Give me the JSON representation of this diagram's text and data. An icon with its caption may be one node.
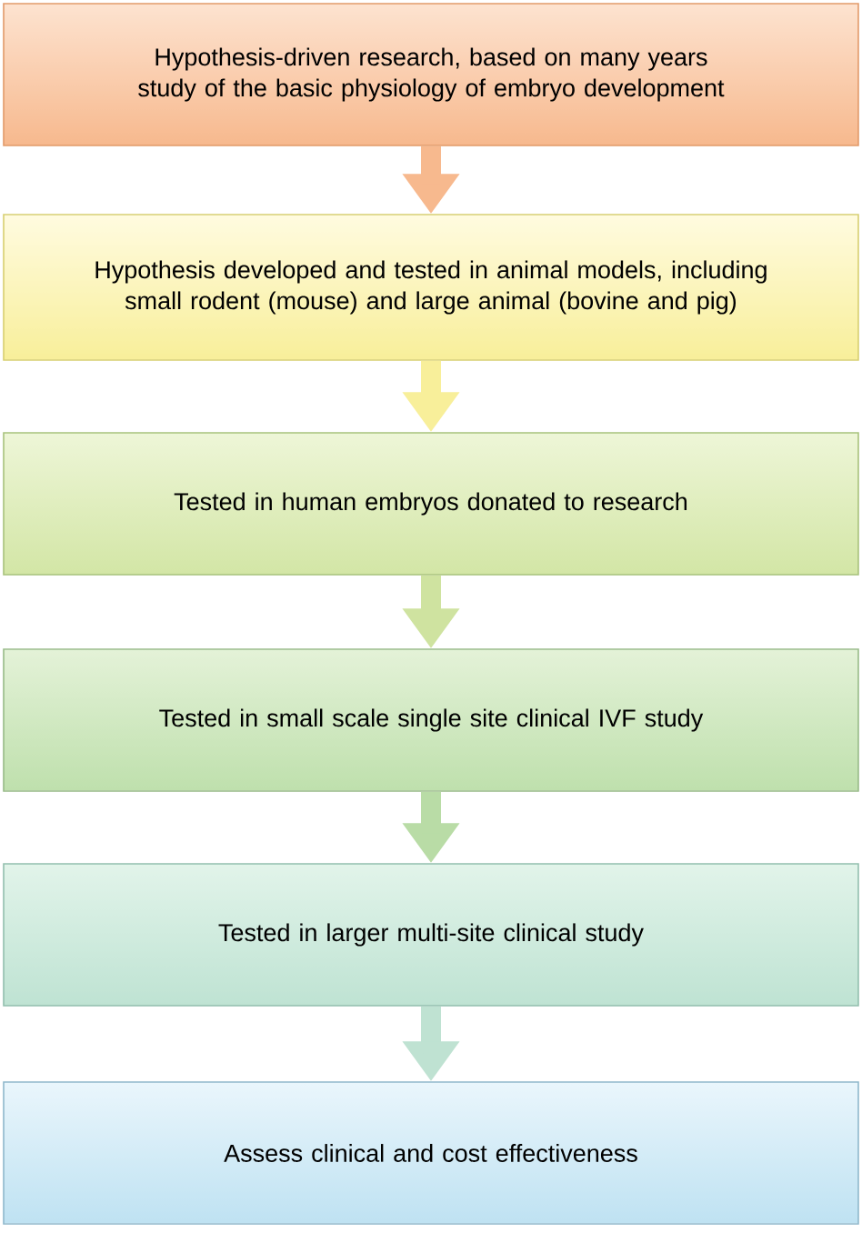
{
  "diagram": {
    "nodes": [
      {
        "text": [
          "Hypothesis-driven research, based on many years study of the basic physiology of embryo development"
        ]
      },
      {
        "text": [
          "Hypothesis developed and tested in animal models, including small rodent (mouse) and large animal (bovine and pig)"
        ]
      },
      {
        "text": [
          "Tested in human embryos donated to research"
        ]
      },
      {
        "text": [
          "Tested in small scale single site clinical IVF study"
        ]
      },
      {
        "text": [
          "Tested in larger multi-site clinical study"
        ]
      },
      {
        "text": [
          "Assess clinical and cost effectiveness"
        ]
      }
    ],
    "edges": [
      {
        "from": 0,
        "to": 1,
        "arrow": "to",
        "color": "#f7b98e"
      },
      {
        "from": 1,
        "to": 2,
        "arrow": "to",
        "color": "#f8ef9a"
      },
      {
        "from": 2,
        "to": 3,
        "arrow": "to",
        "color": "#cfe3a0"
      },
      {
        "from": 3,
        "to": 4,
        "arrow": "to",
        "color": "#b9dca6"
      },
      {
        "from": 4,
        "to": 5,
        "arrow": "to",
        "color": "#bfe2d2"
      }
    ]
  }
}
